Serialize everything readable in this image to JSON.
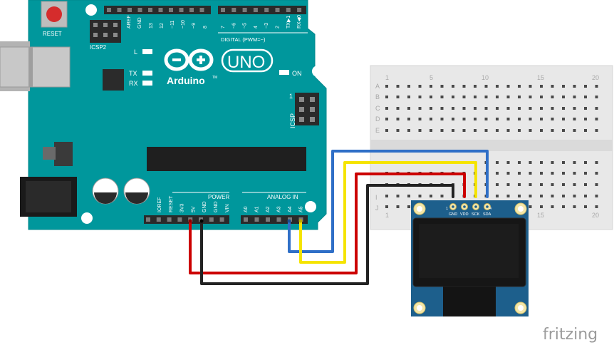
{
  "arduino": {
    "reset_label": "RESET",
    "icsp2_label": "ICSP2",
    "led_l": "L",
    "led_tx": "TX",
    "led_rx": "RX",
    "led_on": "ON",
    "brand": "Arduino",
    "trademark": "TM",
    "model": "UNO",
    "icsp_label": "ICSP",
    "icsp_pin1": "1",
    "digital_label": "DIGITAL (PWM=~)",
    "power_label": "POWER",
    "analog_label": "ANALOG IN",
    "top_pins_left": [
      "AREF",
      "GND",
      "13",
      "12",
      "~11",
      "~10",
      "~9",
      "8"
    ],
    "top_pins_right": [
      "7",
      "~6",
      "~5",
      "4",
      "~3",
      "2",
      "TX▶1",
      "RX◀0"
    ],
    "power_pins": [
      "IOREF",
      "RESET",
      "3V3",
      "5V",
      "GND",
      "GND",
      "VIN"
    ],
    "analog_pins": [
      "A0",
      "A1",
      "A2",
      "A3",
      "A4",
      "A5"
    ]
  },
  "breadboard": {
    "col_numbers": [
      "1",
      "5",
      "10",
      "15",
      "20"
    ],
    "rows_top": [
      "A",
      "B",
      "C",
      "D",
      "E"
    ],
    "rows_bottom": [
      "I",
      "J"
    ]
  },
  "oled": {
    "pins": [
      "GND",
      "VDD",
      "SCK",
      "SDA"
    ],
    "pin_first": "1",
    "pin_last": "4"
  },
  "wires": {
    "colors": {
      "blue": "#2f6fc7",
      "yellow": "#f5e400",
      "red": "#cc0000",
      "black": "#222222"
    }
  },
  "watermark": {
    "text": "fritzing"
  }
}
